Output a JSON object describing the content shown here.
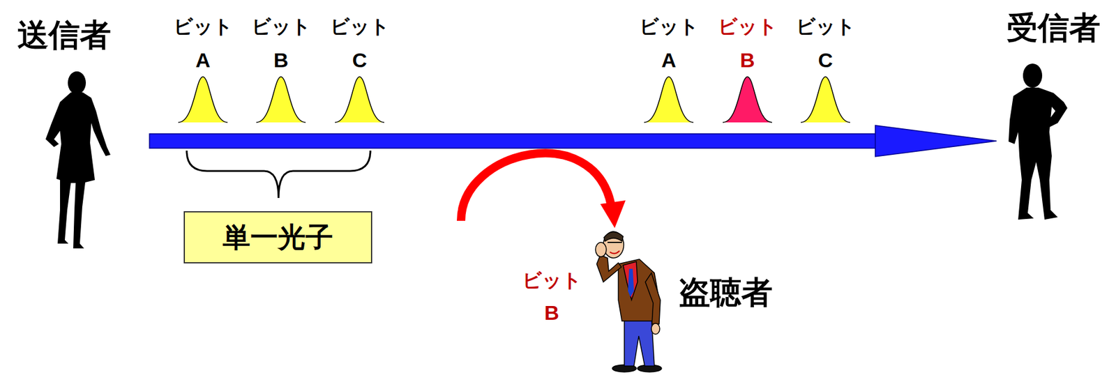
{
  "diagram": {
    "nodes": [
      {
        "text": [
          "単一光子"
        ]
      }
    ],
    "labels": [
      "送信者",
      "ビット",
      "A",
      "ビット",
      "B",
      "ビット",
      "C",
      "ビット",
      "A",
      "ビット",
      "B",
      "ビット",
      "C",
      "受信者",
      "ビット",
      "B",
      "盗聴者"
    ]
  }
}
